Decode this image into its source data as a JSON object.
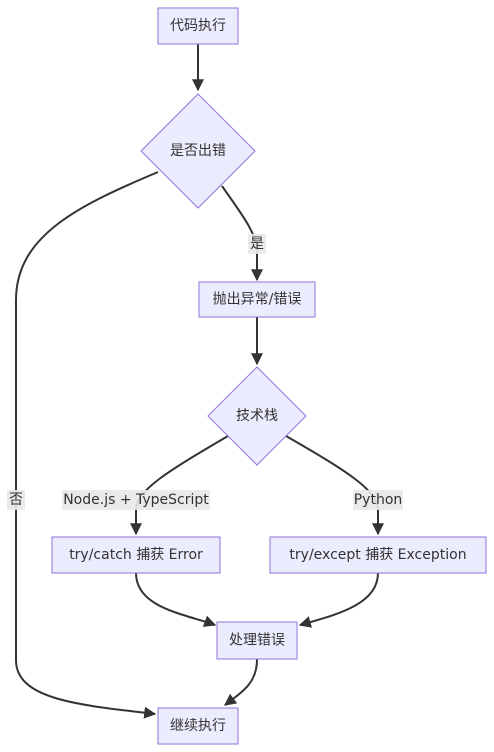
{
  "nodes": {
    "start": "代码执行",
    "has_error": "是否出错",
    "throw": "抛出异常/错误",
    "stack": "技术栈",
    "node_catch": "try/catch 捕获 Error",
    "py_except": "try/except 捕获 Exception",
    "handle": "处理错误",
    "continue": "继续执行"
  },
  "edges": {
    "yes": "是",
    "no": "否",
    "node_ts": "Node.js + TypeScript",
    "python": "Python"
  },
  "colors": {
    "node_fill": "#ececff",
    "node_stroke": "#9370db",
    "edge": "#333333",
    "label_bg": "#e8e8e8"
  }
}
